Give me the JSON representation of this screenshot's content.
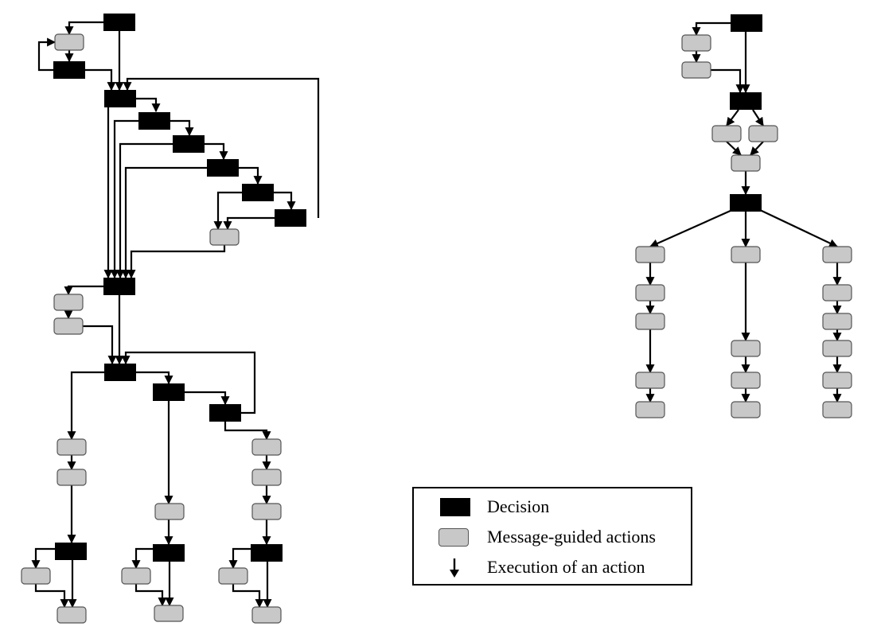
{
  "colors": {
    "decision": "#000000",
    "message": "#c8c8c8",
    "message_border": "#555555",
    "line": "#000000"
  },
  "legend": {
    "decision_label": "Decision",
    "message_label": "Message-guided actions",
    "execution_label": "Execution of an action"
  }
}
